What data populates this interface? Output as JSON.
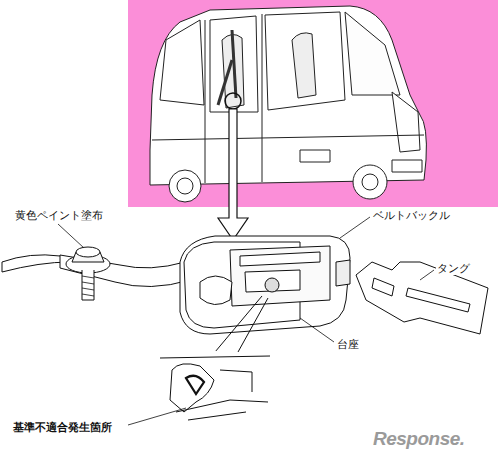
{
  "diagram": {
    "labels": [
      "黄色ペイント塗布",
      "ベルトバックル",
      "タング",
      "台座",
      "基準不適合発生箇所",
      "Response."
    ]
  }
}
